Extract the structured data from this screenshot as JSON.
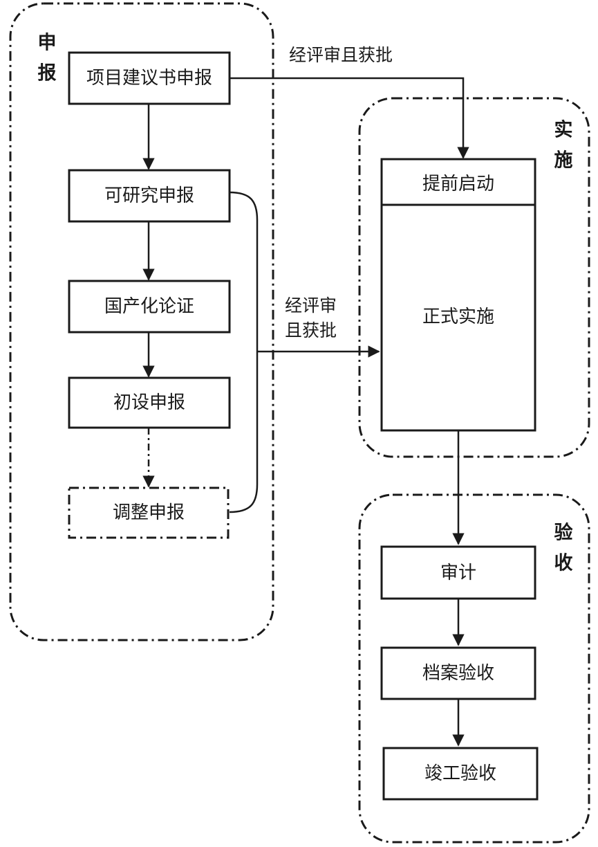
{
  "regions": {
    "apply": {
      "label_line1": "申",
      "label_line2": "报"
    },
    "implement": {
      "label_line1": "实",
      "label_line2": "施"
    },
    "accept": {
      "label_line1": "验",
      "label_line2": "收"
    }
  },
  "apply_steps": {
    "proposal": "项目建议书申报",
    "feasibility": "可研究申报",
    "localization": "国产化论证",
    "preliminary_design": "初设申报",
    "adjustment": "调整申报"
  },
  "implement_steps": {
    "early_start": "提前启动",
    "formal_implementation": "正式实施"
  },
  "accept_steps": {
    "audit": "审计",
    "archive_acceptance": "档案验收",
    "completion_acceptance": "竣工验收"
  },
  "edge_labels": {
    "top_approval": "经评审且获批",
    "middle_approval_line1": "经评审",
    "middle_approval_line2": "且获批"
  }
}
